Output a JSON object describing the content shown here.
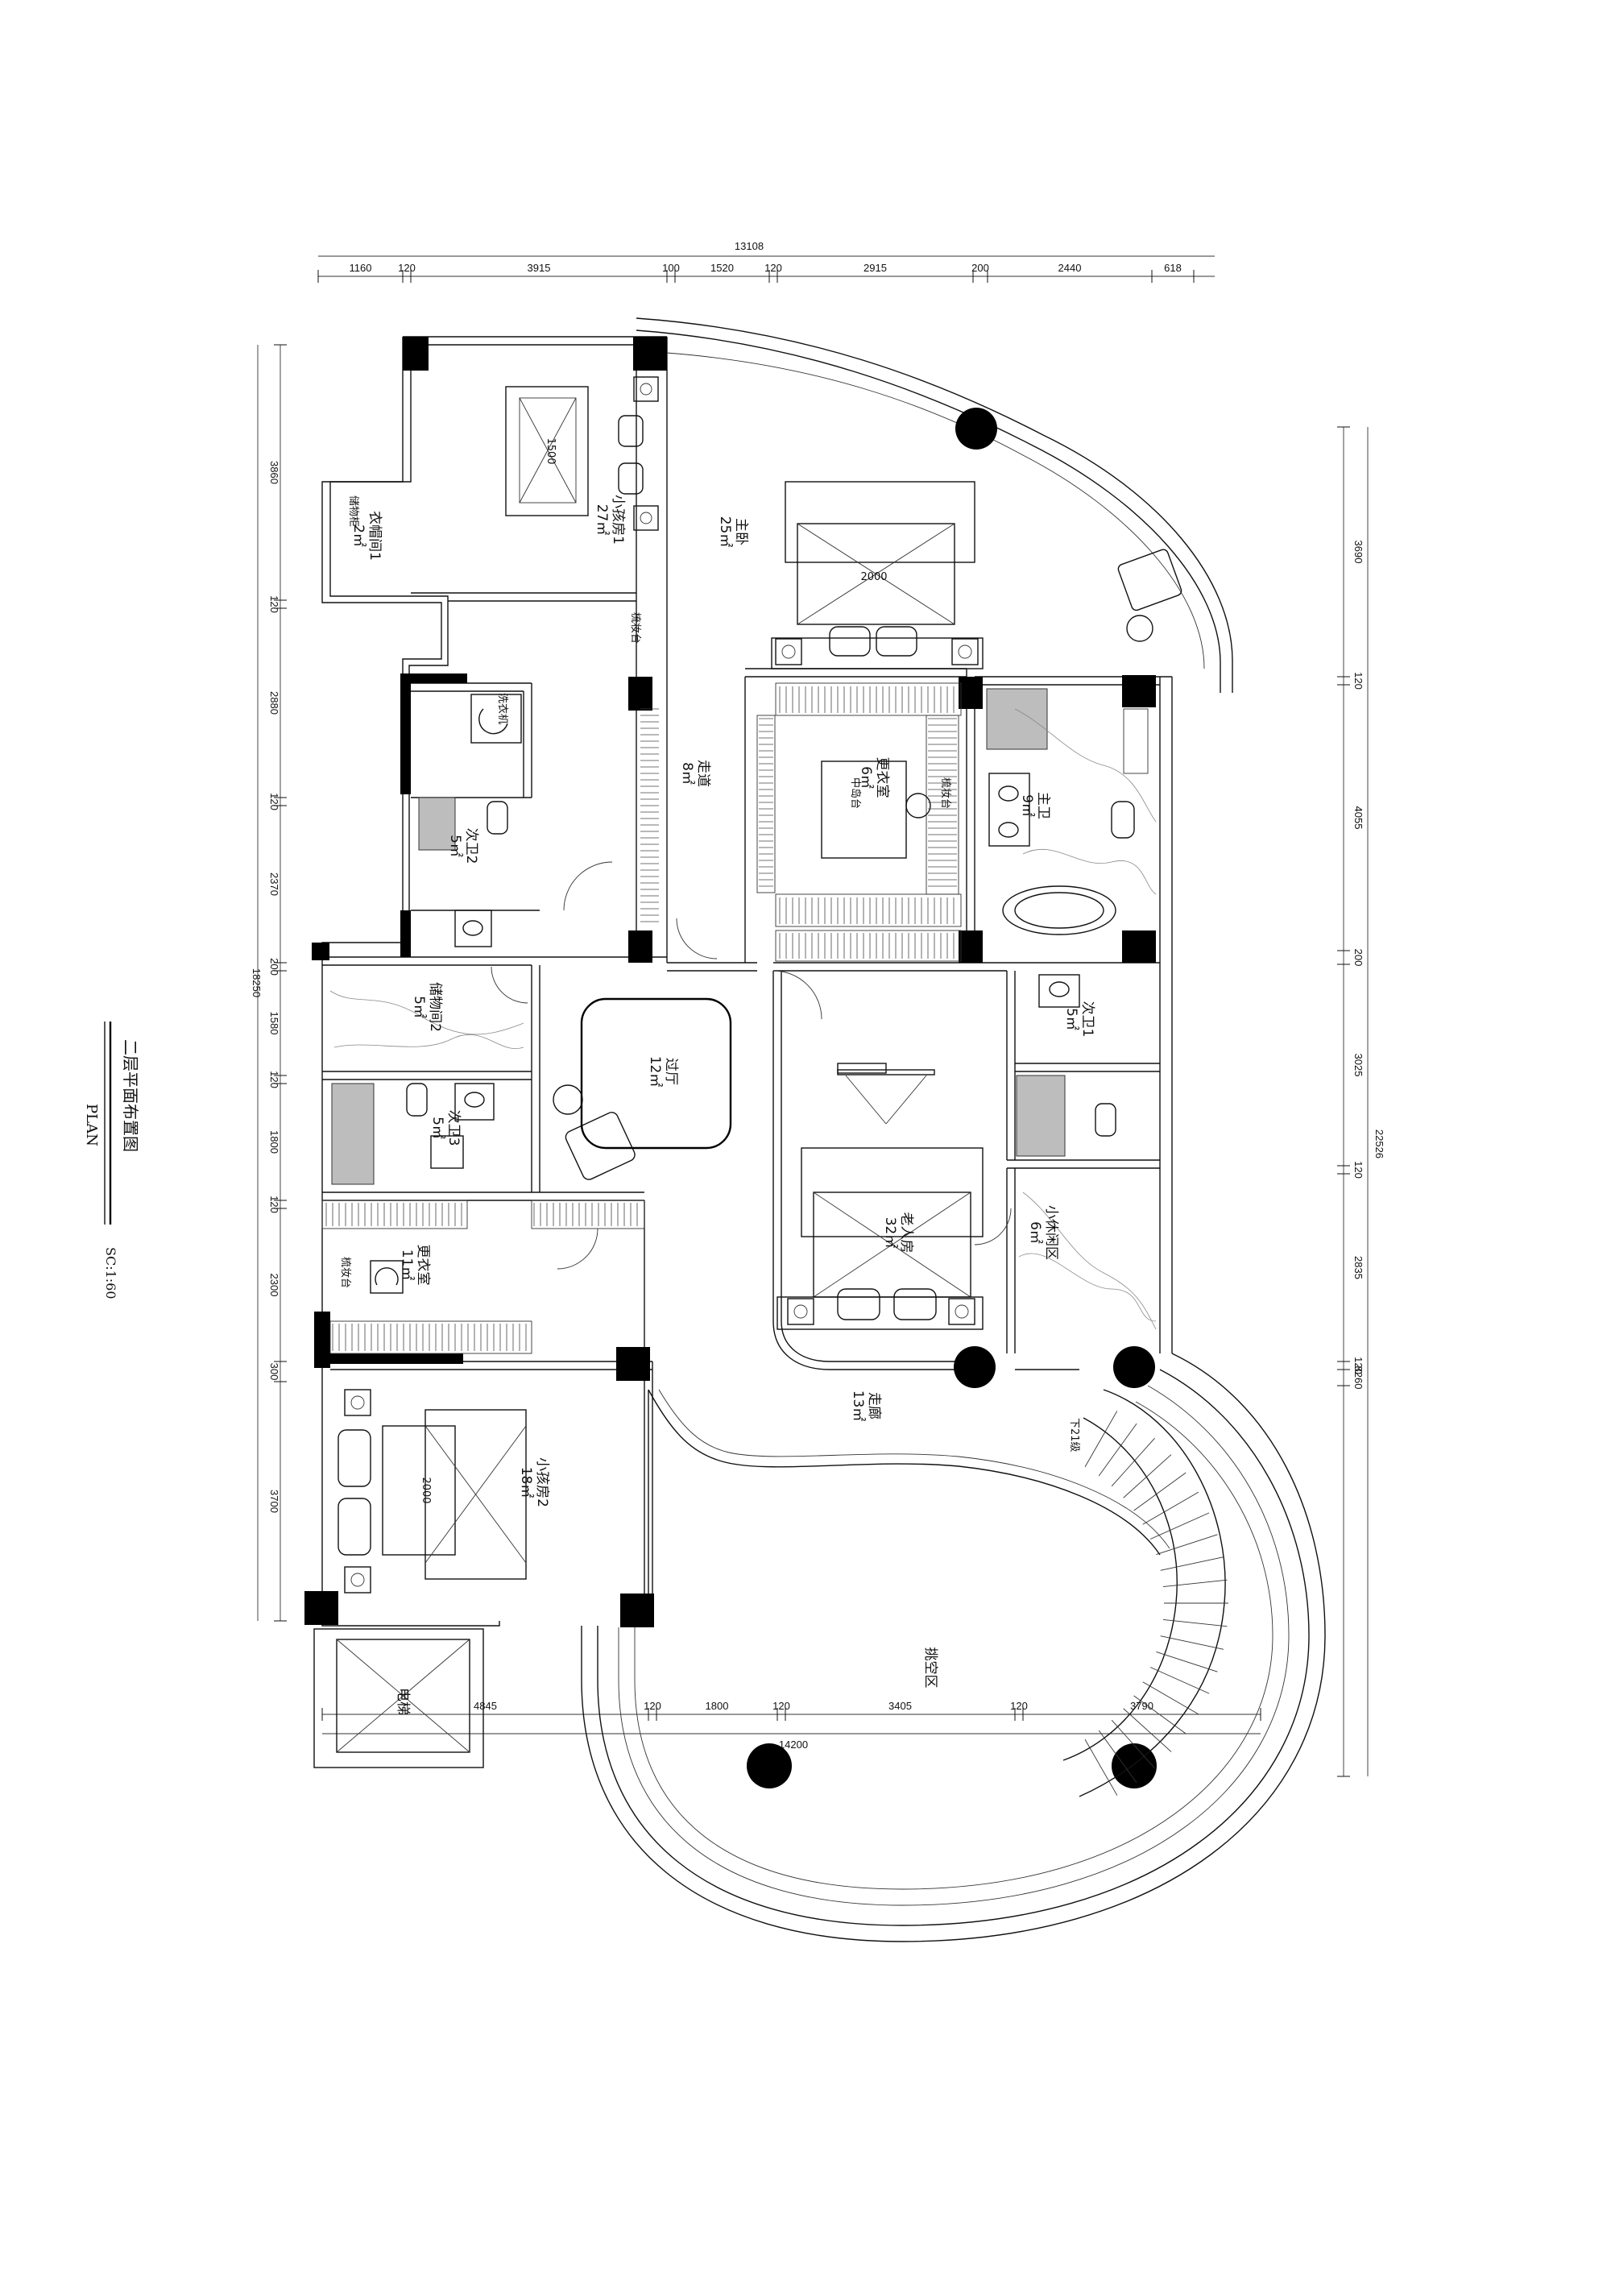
{
  "title": {
    "main": "二层平面布置图",
    "sub": "PLAN",
    "scale": "SC:1:60"
  },
  "dimensions": {
    "top_total": "13108",
    "top": [
      "1160",
      "120",
      "3915",
      "100",
      "1520",
      "120",
      "2915",
      "200",
      "2440",
      "618"
    ],
    "bottom_total": "14200",
    "bottom": [
      "4845",
      "120",
      "1800",
      "120",
      "3405",
      "120",
      "3790"
    ],
    "left_total": "18250",
    "left": [
      "3860",
      "120",
      "2880",
      "120",
      "2370",
      "200",
      "1580",
      "120",
      "1800",
      "120",
      "2300",
      "300",
      "3700"
    ],
    "right_total": "22526",
    "right": [
      "3690",
      "120",
      "4055",
      "200",
      "3025",
      "120",
      "2835",
      "120",
      "8260"
    ]
  },
  "rooms": [
    {
      "name": "主卧",
      "area": "25㎡"
    },
    {
      "name": "小孩房1",
      "area": "27㎡"
    },
    {
      "name": "衣帽间1",
      "area": "2㎡"
    },
    {
      "name": "走道",
      "area": "8㎡"
    },
    {
      "name": "更衣室",
      "area": "6㎡"
    },
    {
      "name": "主卫",
      "area": "9㎡"
    },
    {
      "name": "次卫2",
      "area": "5㎡"
    },
    {
      "name": "储物间2",
      "area": "5㎡"
    },
    {
      "name": "过厅",
      "area": "12㎡"
    },
    {
      "name": "次卫3",
      "area": "5㎡"
    },
    {
      "name": "次卫1",
      "area": "5㎡"
    },
    {
      "name": "老人房",
      "area": "32㎡"
    },
    {
      "name": "小休闲区",
      "area": "6㎡"
    },
    {
      "name": "更衣室",
      "area": "11㎡"
    },
    {
      "name": "走廊",
      "area": "13㎡"
    },
    {
      "name": "小孩房2",
      "area": "18㎡"
    },
    {
      "name": "挑空区",
      "area": ""
    },
    {
      "name": "电梯",
      "area": ""
    }
  ],
  "furniture": {
    "bed_1500": "1500",
    "bed_2000_master": "2000",
    "bed_2000_kid2": "2000",
    "dresser_1": "梳妆台",
    "dresser_2": "梳妆台",
    "dresser_3": "梳妆台",
    "island": "中岛台",
    "laundry": "洗衣机",
    "stairs": "下21级",
    "cabinet": "储物柜"
  }
}
